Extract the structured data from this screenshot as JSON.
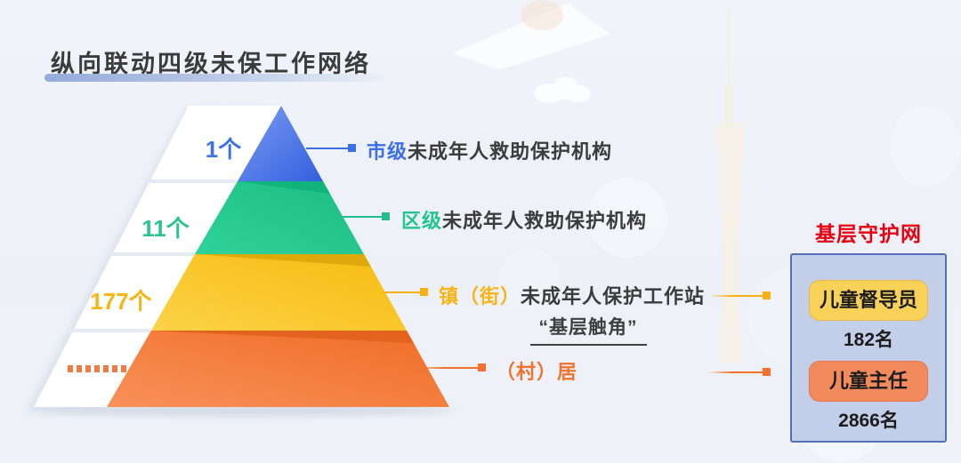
{
  "header": {
    "title": "纵向联动四级未保工作网络"
  },
  "pyramid": {
    "levels": [
      {
        "count": "1个",
        "label_prefix": "市级",
        "label_rest": "未成年人救助保护机构",
        "color": "#3B6FE8"
      },
      {
        "count": "11个",
        "label_prefix": "区级",
        "label_rest": "未成年人救助保护机构",
        "color": "#22C68E"
      },
      {
        "count": "177个",
        "label_prefix": "镇（街）",
        "label_rest": "未成年人保护工作站",
        "sub_label": "“基层触角”",
        "color": "#F7B013"
      },
      {
        "count": "......",
        "label_prefix": "（村）居",
        "label_rest": "",
        "color": "#F4722E"
      }
    ]
  },
  "right_panel": {
    "title": "基层守护网",
    "items": [
      {
        "role": "儿童督导员",
        "count": "182名",
        "pill_color": "#F7D158"
      },
      {
        "role": "儿童主任",
        "count": "2866名",
        "pill_color": "#F28A5C"
      }
    ],
    "bg_color": "#C3CEE9",
    "border_color": "#5470B8",
    "title_color": "#E60012"
  }
}
